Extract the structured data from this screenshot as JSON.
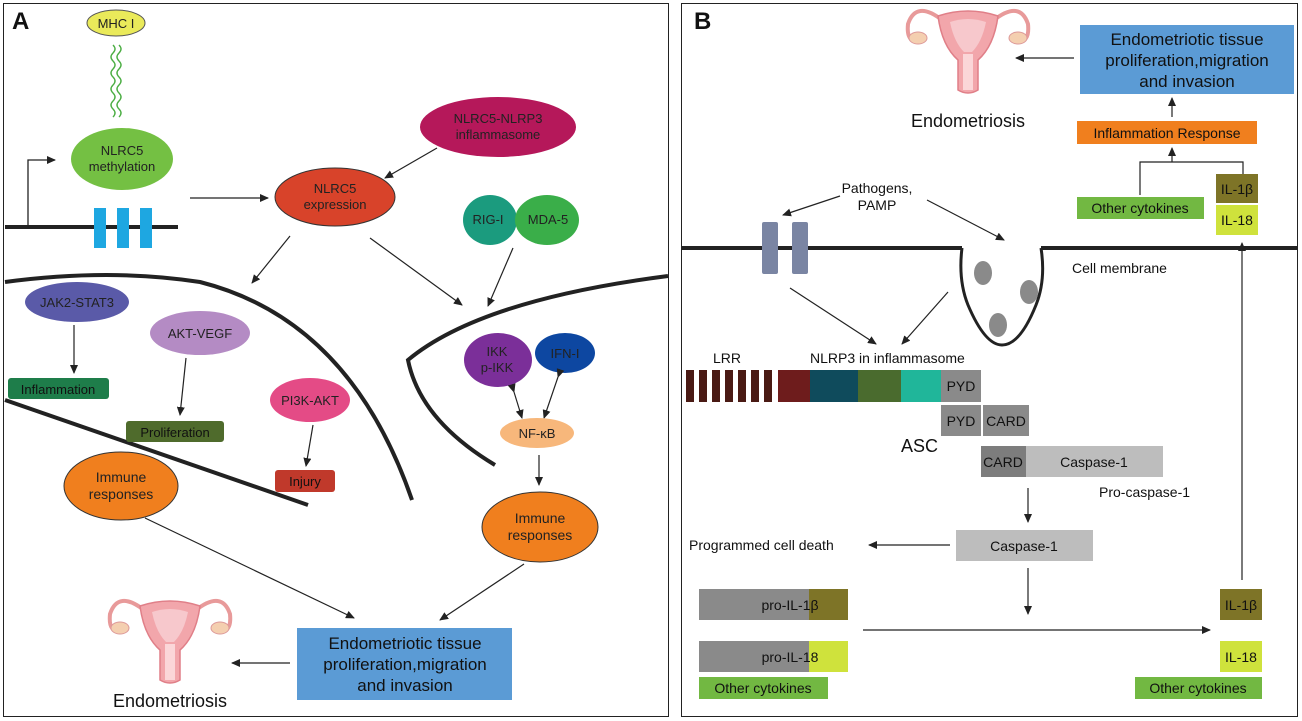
{
  "panelA": {
    "label": "A",
    "mhc": "MHC I",
    "nlrc5_methylation": [
      "NLRC5",
      "methylation"
    ],
    "inflammasome": [
      "NLRC5-NLRP3",
      "inflammasome"
    ],
    "expression": [
      "NLRC5",
      "expression"
    ],
    "rig": "RIG-I",
    "mda": "MDA-5",
    "jak": "JAK2-STAT3",
    "inflammation": "Inflammation",
    "akt_vegf": "AKT-VEGF",
    "proliferation": "Proliferation",
    "pi3k": "PI3K-AKT",
    "injury": "Injury",
    "ikk": [
      "IKK",
      "p-IKK"
    ],
    "ifn": "IFN-I",
    "nfkb": "NF-κB",
    "immune_left": [
      "Immune",
      "responses"
    ],
    "immune_right": [
      "Immune",
      "responses"
    ],
    "outcome": [
      "Endometriotic tissue",
      "proliferation,migration",
      "and invasion"
    ],
    "endometriosis": "Endometriosis"
  },
  "panelB": {
    "label": "B",
    "endometriosis": "Endometriosis",
    "outcome": [
      "Endometriotic tissue",
      "proliferation,migration",
      "and invasion"
    ],
    "inflammation_response": "Inflammation Response",
    "other_cytokines_top": "Other cytokines",
    "il1b_top": "IL-1β",
    "il18_top": "IL-18",
    "pathogens": [
      "Pathogens,",
      "PAMP"
    ],
    "cell_membrane": "Cell membrane",
    "lrr": "LRR",
    "nlrp3": "NLRP3 in inflammasome",
    "pyd1": "PYD",
    "pyd2": "PYD",
    "card1": "CARD",
    "asc": "ASC",
    "card2": "CARD",
    "caspase1_pro": "Caspase-1",
    "pro_caspase": "Pro-caspase-1",
    "caspase1": "Caspase-1",
    "pcd": "Programmed cell death",
    "pro_il1b": "pro-IL-1β",
    "pro_il18": "pro-IL-18",
    "il1b": "IL-1β",
    "il18": "IL-18",
    "other_left": "Other cytokines",
    "other_right": "Other cytokines"
  },
  "colors": {
    "mhc": "#eaea5a",
    "green_node": "#74c043",
    "red_expr": "#d8432a",
    "magenta": "#b5185a",
    "teal": "#1b9b7e",
    "green2": "#3aae49",
    "jak": "#5a5aa8",
    "dkgreen": "#1e7d4a",
    "lilac": "#b48bc4",
    "olive": "#4f6b2c",
    "pink": "#e44b86",
    "brick": "#c0392b",
    "purple": "#7b2f99",
    "navy": "#0d47a1",
    "peach": "#f7b77b",
    "orange": "#f07f1e",
    "blue_box": "#5b9bd5",
    "orange_box": "#f07f1e",
    "olive_il": "#7e7427",
    "lime_il": "#cfe23c",
    "lgreen": "#72b842",
    "gray1": "#8a8a8a",
    "gray2": "#bdbdbd",
    "receptor": "#7a85a3"
  }
}
